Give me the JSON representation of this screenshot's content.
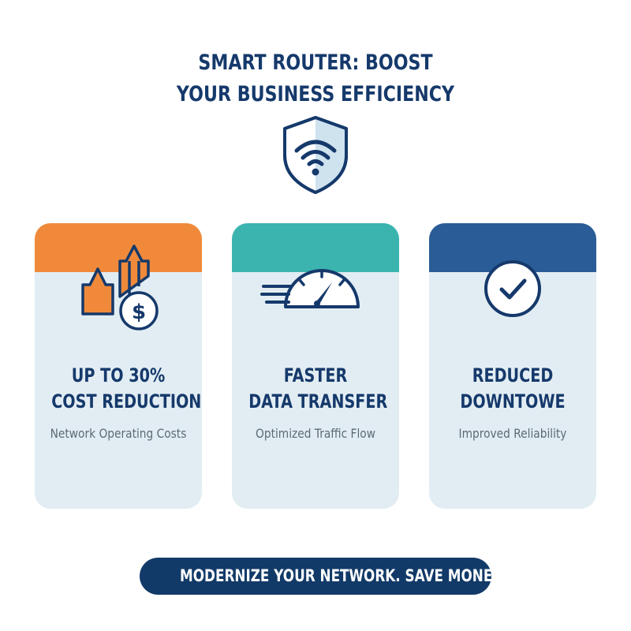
{
  "title": {
    "line1": "SMART ROUTER: BOOST",
    "line2": "YOUR BUSINESS EFFICIENCY"
  },
  "hero_icon": "wifi-shield-icon",
  "colors": {
    "navy": "#15396b",
    "orange": "#f08a3a",
    "teal": "#3bb4b0",
    "blue": "#2a5c97",
    "card_bg": "#e2edf3",
    "subtext": "#5d6a76"
  },
  "cards": [
    {
      "icon": "cost-arrows-dollar-icon",
      "accent": "#f08a3a",
      "headline1": "UP TO 30%",
      "headline2": "COST REDUCTION",
      "subtext": "Network Operating Costs"
    },
    {
      "icon": "speedometer-icon",
      "accent": "#3bb4b0",
      "headline1": "FASTER",
      "headline2": "DATA TRANSFER",
      "subtext": "Optimized Traffic Flow"
    },
    {
      "icon": "check-circle-icon",
      "accent": "#2a5c97",
      "headline1": "REDUCED",
      "headline2": "DOWNTOWE",
      "subtext": "Improved Reliability"
    }
  ],
  "cta": {
    "label": "MODERNIZE YOUR NETWORK. SAVE MONEY"
  }
}
